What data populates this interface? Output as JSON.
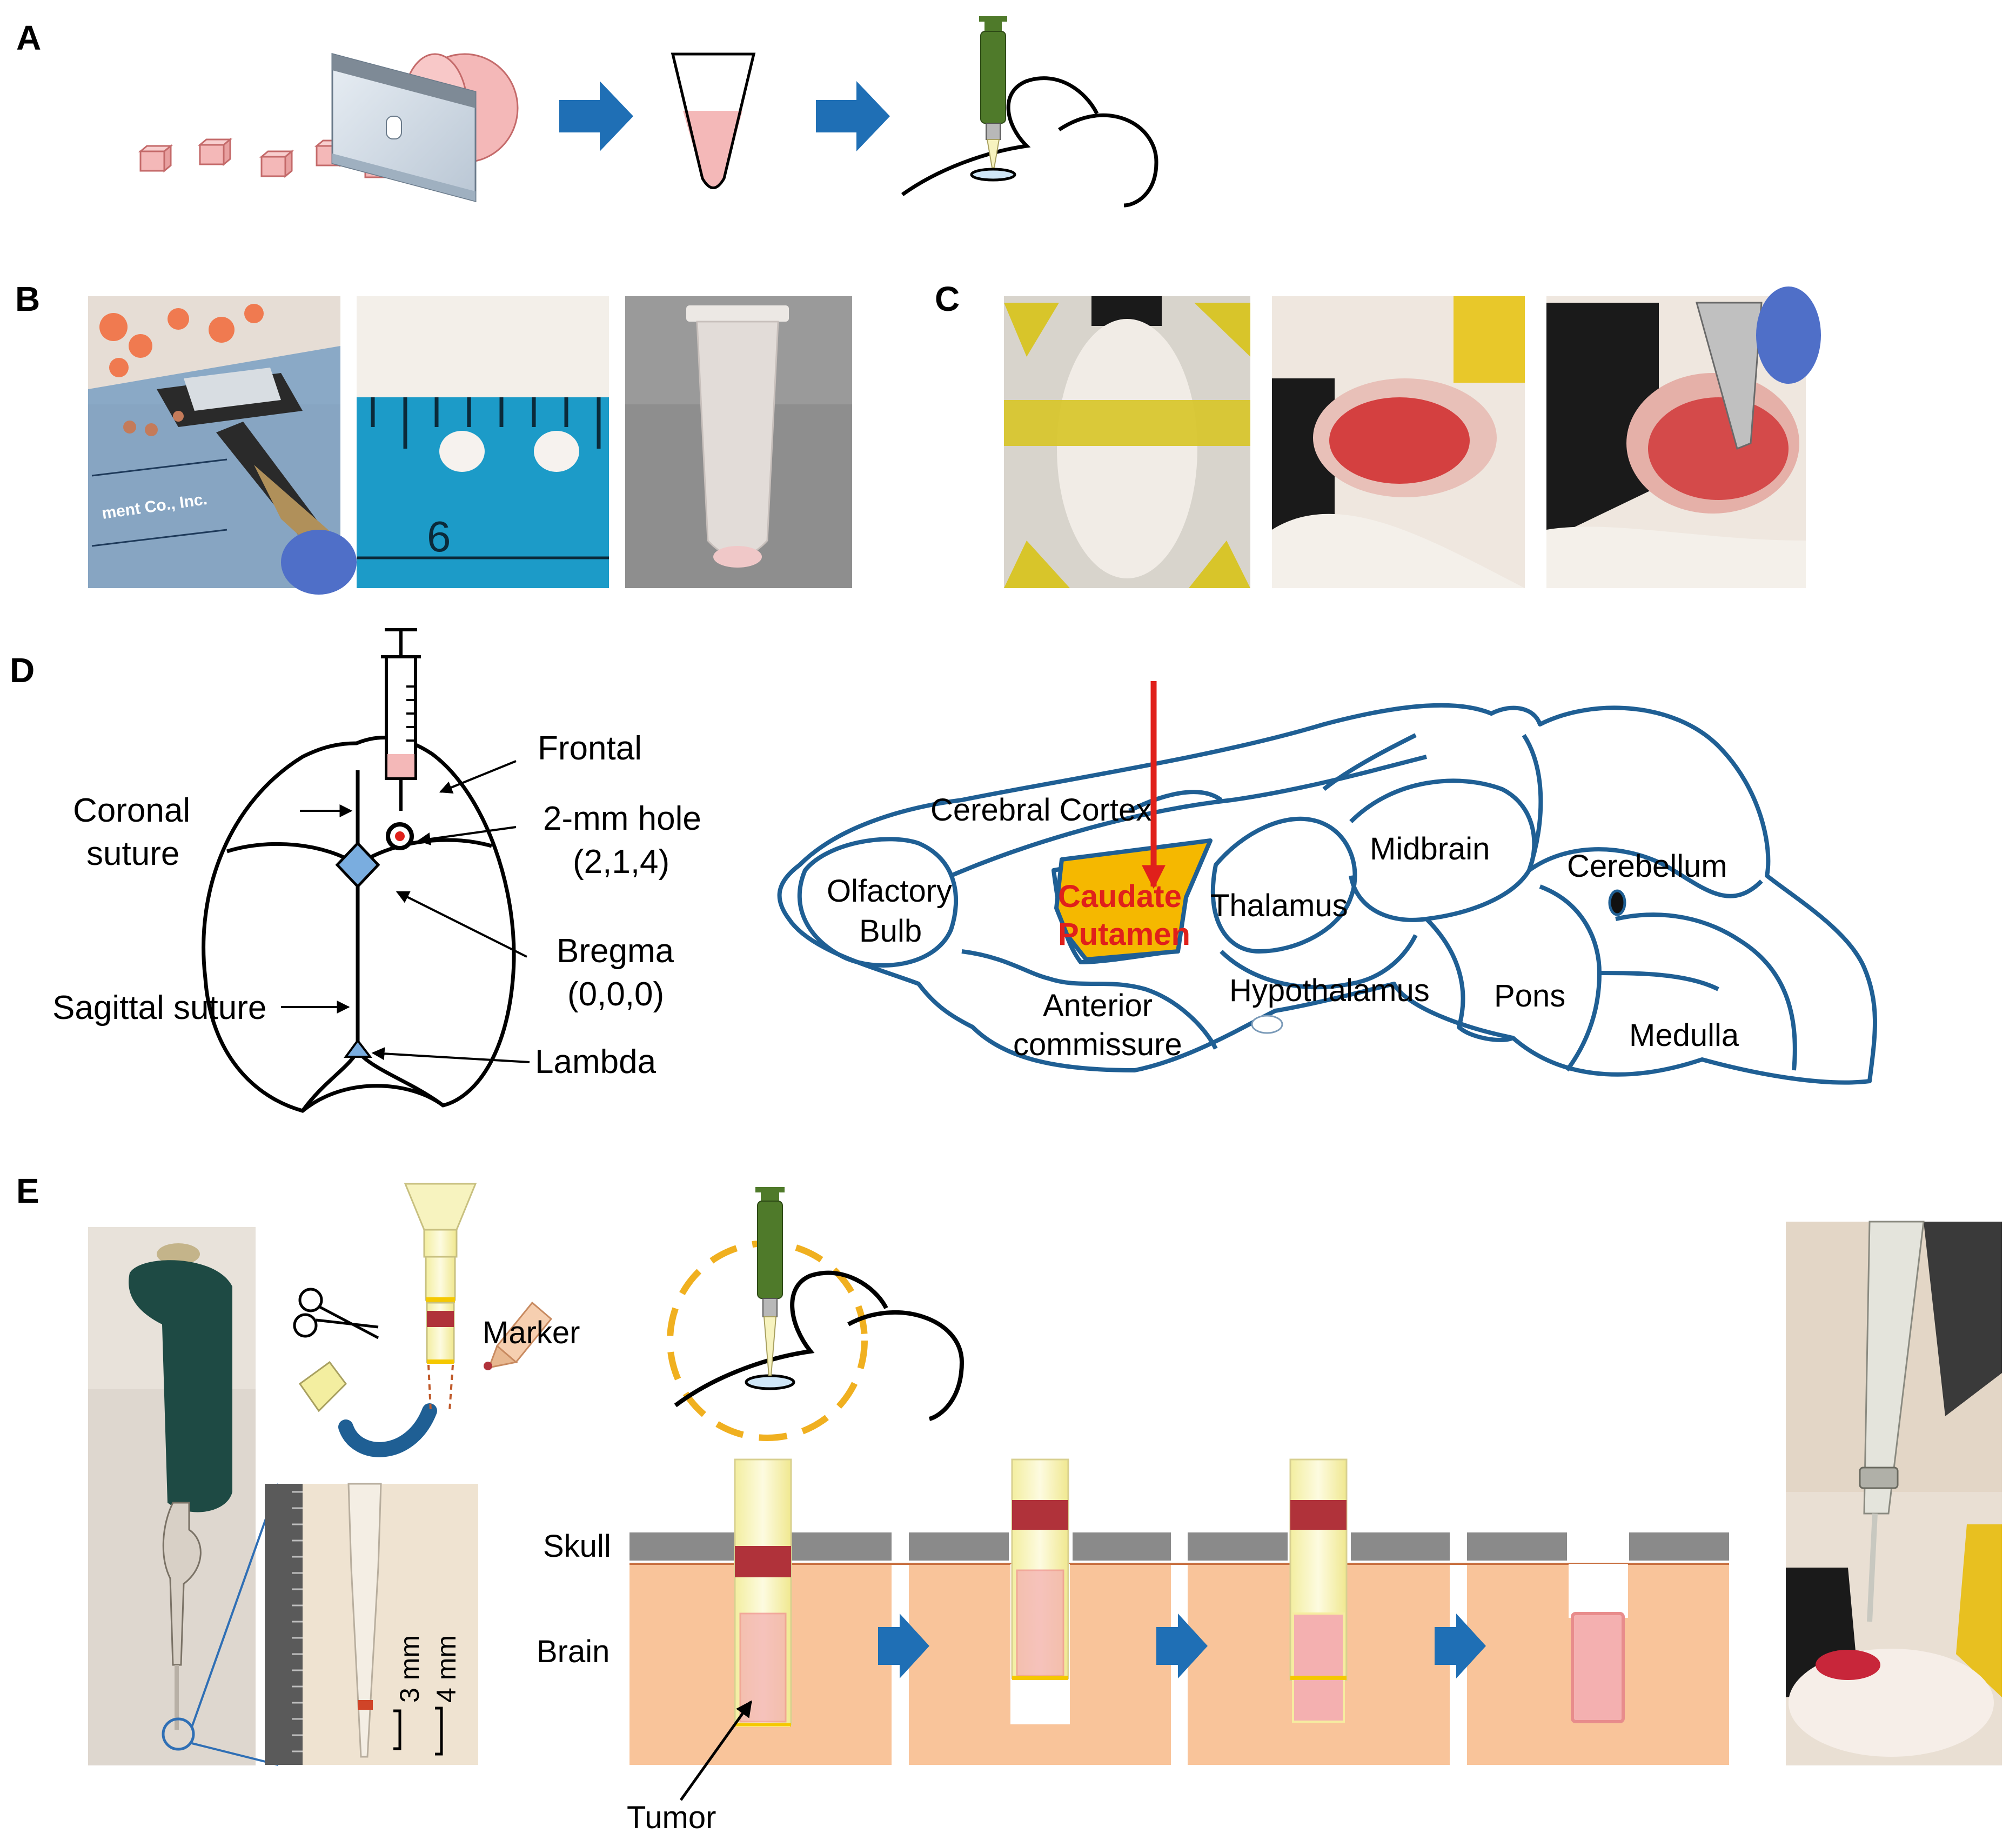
{
  "panels": {
    "a": "A",
    "b": "B",
    "c": "C",
    "d": "D",
    "e": "E"
  },
  "skull_labels": {
    "frontal": "Frontal",
    "coronal_1": "Coronal",
    "coronal_2": "suture",
    "hole_1": "2-mm hole",
    "hole_2": "(2,1,4)",
    "bregma_1": "Bregma",
    "bregma_2": "(0,0,0)",
    "sagittal": "Sagittal suture",
    "lambda": "Lambda"
  },
  "brain_labels": {
    "cortex": "Cerebral Cortex",
    "olfactory_1": "Olfactory",
    "olfactory_2": "Bulb",
    "caudate_1": "Caudate",
    "caudate_2": "Putamen",
    "thalamus": "Thalamus",
    "midbrain": "Midbrain",
    "cerebellum": "Cerebellum",
    "anterior_1": "Anterior",
    "anterior_2": "commissure",
    "hypothalamus": "Hypothalamus",
    "pons": "Pons",
    "medulla": "Medulla"
  },
  "panel_e_labels": {
    "marker": "Marker",
    "mm3": "3 mm",
    "mm4": "4 mm",
    "skull": "Skull",
    "brain": "Brain",
    "tumor": "Tumor"
  },
  "ruler_text": {
    "six": "6",
    "company": "ment Co., Inc."
  },
  "colors": {
    "tissue_pink": "#f4b8b8",
    "arrow_blue": "#1f6fb5",
    "outline_blue": "#1f5f94",
    "caudate_orange": "#f5b800",
    "highlight_red": "#e0201b",
    "brain_tissue": "#f9c49a",
    "skull_grey": "#8a8a8a",
    "marker_band": "#b0323a",
    "tip_yellow": "#f7f3bf",
    "dashed_orange": "#f0b020",
    "pipette_green": "#4f7a2a"
  }
}
